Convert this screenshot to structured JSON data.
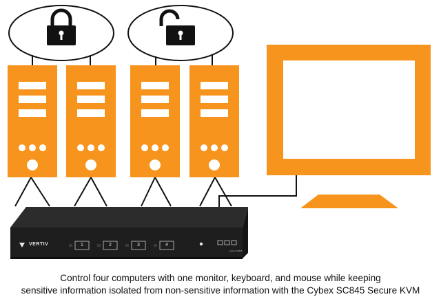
{
  "caption": {
    "line1": "Control four computers with one monitor, keyboard, and mouse while keeping",
    "line2": "sensitive information isolated from non-sensitive information with the Cybex SC845 Secure KVM"
  },
  "kvm": {
    "brand": "VERTIV",
    "ports": [
      "1",
      "2",
      "3",
      "4"
    ],
    "model_label": "Cybex SC845"
  },
  "groups": [
    {
      "lock_state": "locked",
      "icon": "padlock-closed"
    },
    {
      "lock_state": "unlocked",
      "icon": "padlock-open"
    }
  ],
  "colors": {
    "orange": "#f7941d",
    "kvm_body": "#1e1e1e",
    "outline": "#111111"
  }
}
